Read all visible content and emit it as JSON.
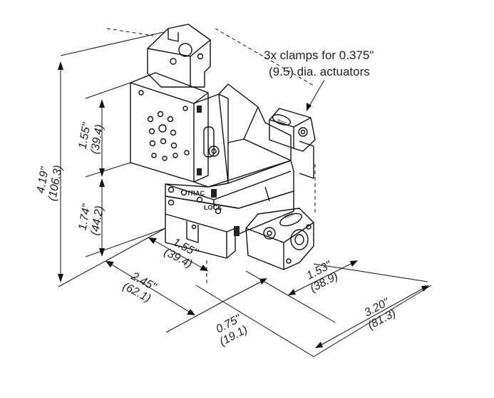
{
  "callout": {
    "line1": "3x clamps for 0.375\"",
    "line2": "(9.5) dia. actuators"
  },
  "dimensions": {
    "overall_height": {
      "in": "4.19\"",
      "mm": "(106.3)"
    },
    "upper_height": {
      "in": "1.55\"",
      "mm": "(39.4)"
    },
    "lower_height": {
      "in": "1.74\"",
      "mm": "(44.2)"
    },
    "depth_inner": {
      "in": "1.55\"",
      "mm": "(39.4)"
    },
    "depth_overall": {
      "in": "2.45\"",
      "mm": "(62.1)"
    },
    "offset": {
      "in": "0.75\"",
      "mm": "(19.1)"
    },
    "width_inner": {
      "in": "1.53\"",
      "mm": "(38.9)"
    },
    "width_overall": {
      "in": "3.20\"",
      "mm": "(81.3)"
    }
  },
  "stage_labels": {
    "model_upper": "9065",
    "model_lower": "9066",
    "trac": "TRAC",
    "lock": "LOCK"
  }
}
